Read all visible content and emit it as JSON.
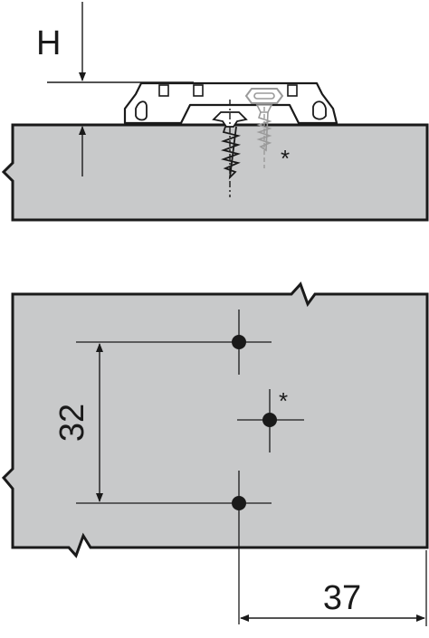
{
  "side_view": {
    "height_label": "H",
    "note_marker": "*"
  },
  "top_view": {
    "vertical_dimension": "32",
    "horizontal_dimension": "37",
    "note_marker": "*"
  },
  "colors": {
    "panel_fill": "#c8c9ca",
    "line": "#1a1a1a",
    "white": "#ffffff"
  }
}
